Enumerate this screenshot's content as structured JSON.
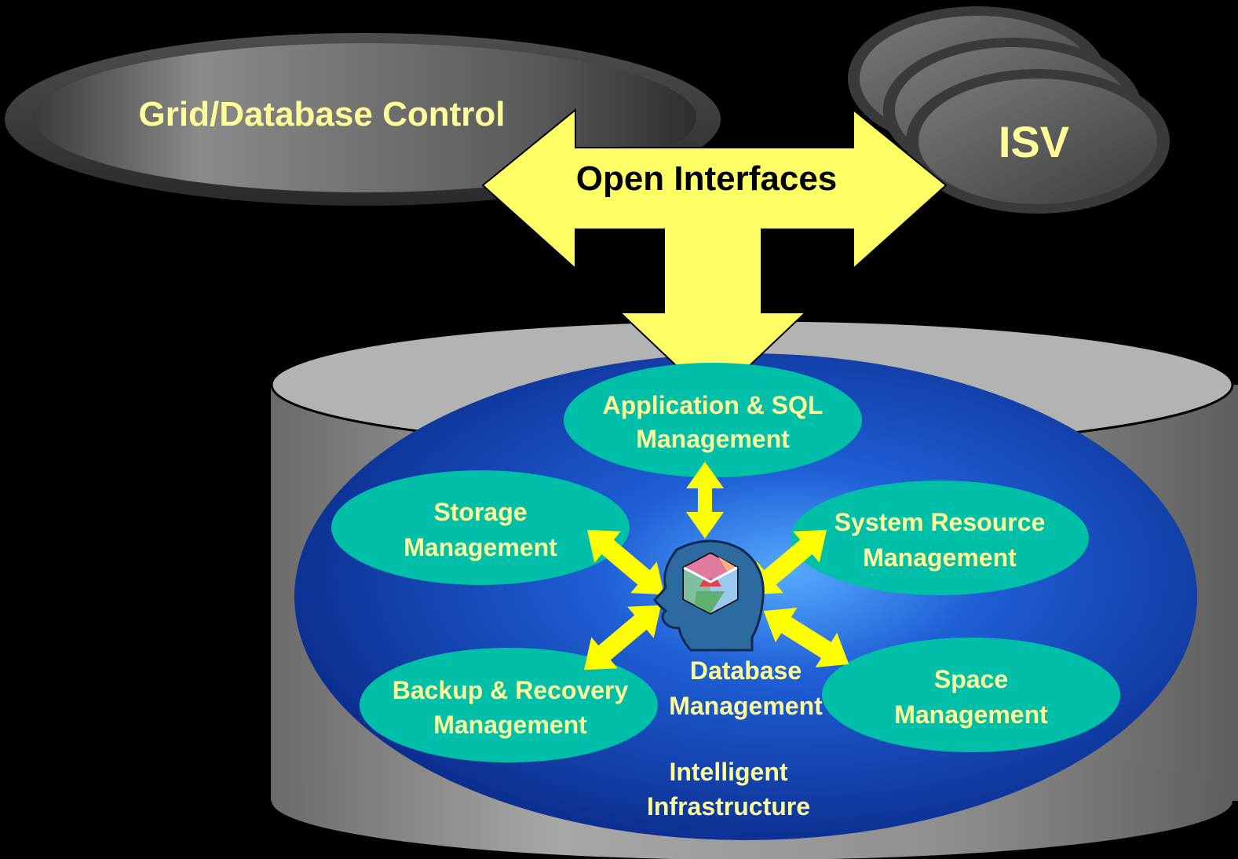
{
  "colors": {
    "background": "#000000",
    "label_yellow": "#FFFF99",
    "arrow_yellow": "#FFFF66",
    "arrow_bright": "#FFFF00",
    "module_teal": "#00BFA8",
    "inner_blue": "#1133AA",
    "cylinder_gray": "#9A9A9A"
  },
  "top": {
    "grid_control": "Grid/Database Control",
    "isv": "ISV",
    "open_interfaces": "Open Interfaces"
  },
  "modules": {
    "app_sql": [
      "Application & SQL",
      "Management"
    ],
    "storage": [
      "Storage",
      "Management"
    ],
    "system_resource": [
      "System Resource",
      "Management"
    ],
    "backup_recovery": [
      "Backup & Recovery",
      "Management"
    ],
    "space": [
      "Space",
      "Management"
    ]
  },
  "center": {
    "database_mgmt": [
      "Database",
      "Management"
    ],
    "head_icon": "head-brain-cube-icon"
  },
  "footer": {
    "intelligent_infra": [
      "Intelligent",
      "Infrastructure"
    ]
  }
}
